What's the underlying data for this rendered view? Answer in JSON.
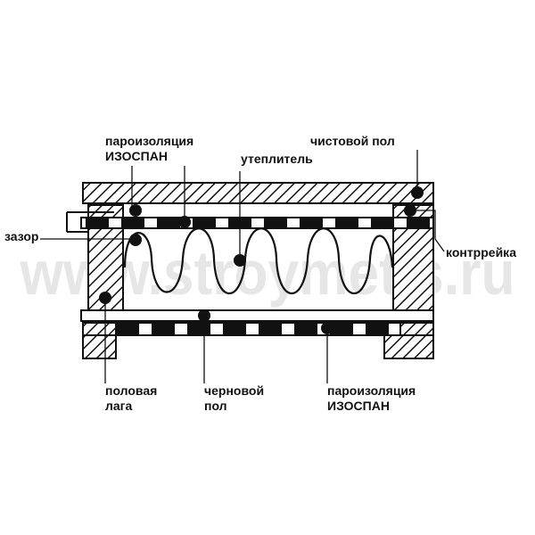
{
  "watermark": "www.stroymetis.ru",
  "labels": {
    "vapor_top_line1": "пароизоляция",
    "vapor_top_line2": "ИЗОСПАН",
    "finish_floor": "чистовой пол",
    "insulation": "утеплитель",
    "gap": "зазор",
    "counter_batten": "контррейка",
    "joist_line1": "половая",
    "joist_line2": "лага",
    "subfloor_line1": "черновой",
    "subfloor_line2": "пол",
    "vapor_bottom_line1": "пароизоляция",
    "vapor_bottom_line2": "ИЗОСПАН"
  },
  "colors": {
    "ink": "#111111",
    "watermark": "#e6e6e6",
    "background": "#ffffff"
  }
}
